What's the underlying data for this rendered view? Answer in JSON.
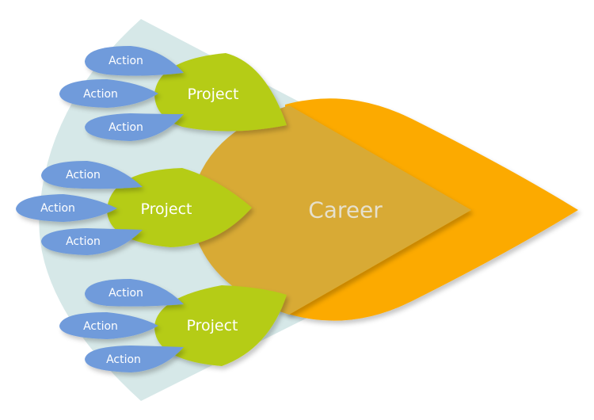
{
  "diagram": {
    "center": {
      "label": "Career"
    },
    "projects": [
      {
        "label": "Project",
        "actions": [
          {
            "label": "Action"
          },
          {
            "label": "Action"
          },
          {
            "label": "Action"
          }
        ]
      },
      {
        "label": "Project",
        "actions": [
          {
            "label": "Action"
          },
          {
            "label": "Action"
          },
          {
            "label": "Action"
          }
        ]
      },
      {
        "label": "Project",
        "actions": [
          {
            "label": "Action"
          },
          {
            "label": "Action"
          },
          {
            "label": "Action"
          }
        ]
      }
    ]
  },
  "colors": {
    "background_arc": "#d6e8e8",
    "career_outer": "#fcaa04",
    "career_inner": "#d8aa34",
    "project": "#b5cc18",
    "action": "#6f9bdb",
    "text": "#ffffff",
    "career_text": "#e6e0cc"
  }
}
